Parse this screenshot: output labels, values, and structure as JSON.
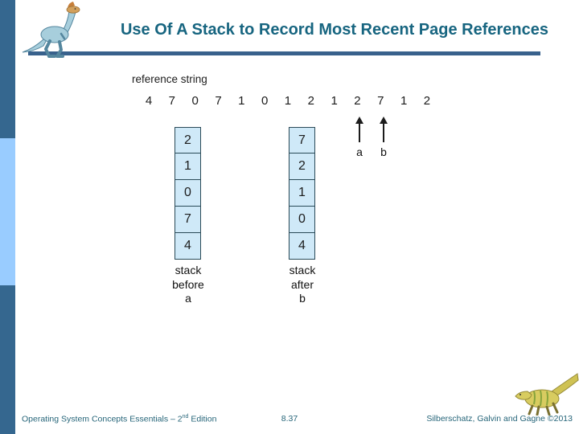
{
  "header": {
    "title": "Use Of A Stack to Record Most Recent Page References"
  },
  "diagram": {
    "reference_string_label": "reference string",
    "reference_string": [
      "4",
      "7",
      "0",
      "7",
      "1",
      "0",
      "1",
      "2",
      "1",
      "2",
      "7",
      "1",
      "2"
    ],
    "arrow_a": "a",
    "arrow_b": "b",
    "stack_before": {
      "values": [
        "2",
        "1",
        "0",
        "7",
        "4"
      ],
      "label_lines": [
        "stack",
        "before",
        "a"
      ]
    },
    "stack_after": {
      "values": [
        "7",
        "2",
        "1",
        "0",
        "4"
      ],
      "label_lines": [
        "stack",
        "after",
        "b"
      ]
    }
  },
  "footer": {
    "left_prefix": "Operating System Concepts Essentials – 2",
    "left_sup": "nd",
    "left_suffix": " Edition",
    "page": "8.37",
    "right": "Silberschatz, Galvin and Gagne ©2013"
  },
  "icons": {
    "top_left": "dinosaur-logo",
    "bottom_right": "dinosaur-logo"
  },
  "colors": {
    "title_text": "#176580",
    "divider": "#38618c",
    "sidebar_dark": "#35678f",
    "sidebar_light": "#99ccff",
    "stack_cell_fill": "#cfe9f8",
    "stack_cell_border": "#2a4a57",
    "footer_text": "#266579"
  }
}
